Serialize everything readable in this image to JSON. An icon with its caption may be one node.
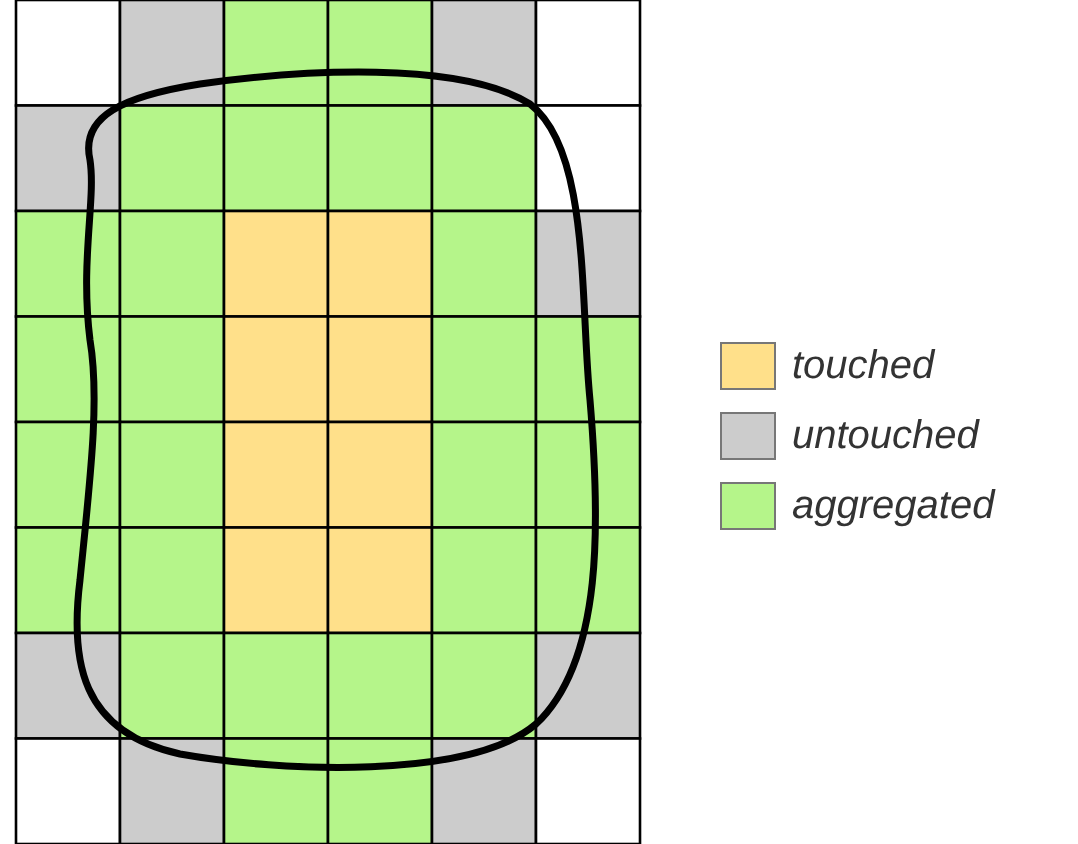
{
  "diagram": {
    "legend": [
      {
        "text": "touched",
        "color": "#ffe08a"
      },
      {
        "text": "untouched",
        "color": "#cccccc"
      },
      {
        "text": "aggregated",
        "color": "#b5f58a"
      }
    ]
  }
}
